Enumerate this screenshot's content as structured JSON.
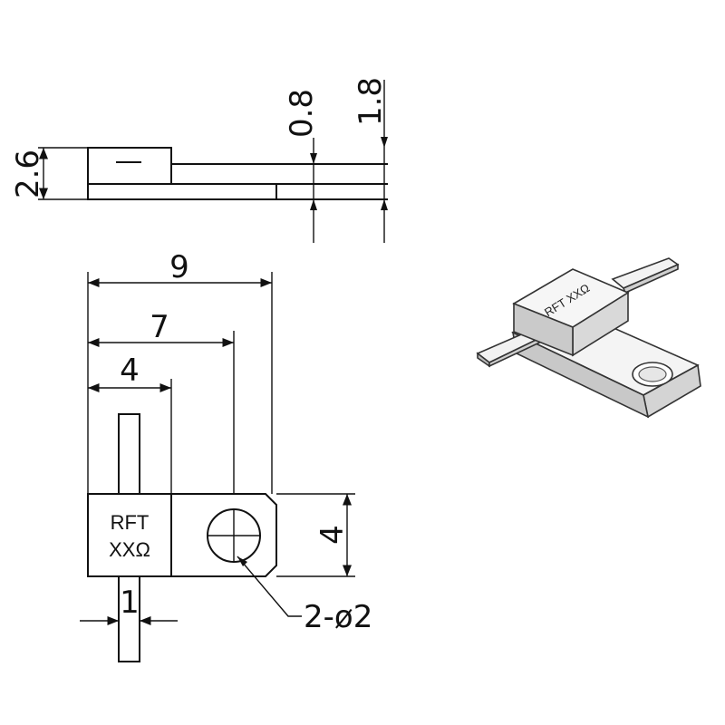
{
  "side_view": {
    "overall_height": "2.6",
    "tab_thickness": "0.8",
    "body_height": "1.8"
  },
  "top_view": {
    "length_total": "9",
    "length_to_hole": "7",
    "body_width": "4",
    "block_height": "4",
    "lead_width": "1",
    "hole_callout": "2-ø2",
    "marking_line1": "RFT",
    "marking_line2": "XXΩ"
  },
  "iso_view": {
    "marking": "RFT XXΩ"
  },
  "colors": {
    "line": "#111111",
    "iso_top": "#f4f4f4",
    "iso_side": "#dcdcdc",
    "iso_front": "#c8c8c8"
  }
}
